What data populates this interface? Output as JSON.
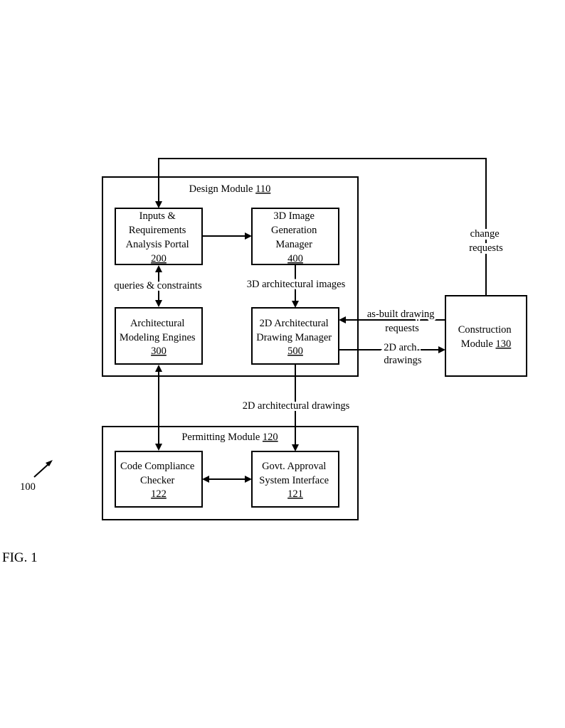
{
  "figure": {
    "label": "FIG. 1",
    "ref": "100"
  },
  "design_module": {
    "title": "Design Module ",
    "ref": "110"
  },
  "permitting_module": {
    "title": "Permitting Module ",
    "ref": "120"
  },
  "construction_module": {
    "lines": [
      "Construction"
    ],
    "last_line": "Module ",
    "ref": "130"
  },
  "blocks": {
    "inputs_portal": {
      "lines": [
        "Inputs &",
        "Requirements",
        "Analysis Portal"
      ],
      "ref": "200"
    },
    "image_manager": {
      "lines": [
        "3D Image",
        "Generation",
        "Manager"
      ],
      "ref": "400"
    },
    "modeling_engines": {
      "lines": [
        "Architectural",
        "Modeling Engines"
      ],
      "ref": "300"
    },
    "drawing_manager": {
      "lines": [
        "2D Architectural",
        "Drawing Manager"
      ],
      "ref": "500"
    },
    "compliance_checker": {
      "lines": [
        "Code Compliance",
        "Checker"
      ],
      "ref": "122"
    },
    "approval_interface": {
      "lines": [
        "Govt. Approval",
        "System Interface"
      ],
      "ref": "121"
    }
  },
  "connections": {
    "queries": "queries & constraints",
    "images_3d": "3D architectural images",
    "drawings_2d": "2D architectural drawings",
    "asbuilt": [
      "as-built drawing",
      "requests"
    ],
    "arch_2d": [
      "2D arch.",
      "drawings"
    ],
    "change": [
      "change",
      "requests"
    ]
  }
}
